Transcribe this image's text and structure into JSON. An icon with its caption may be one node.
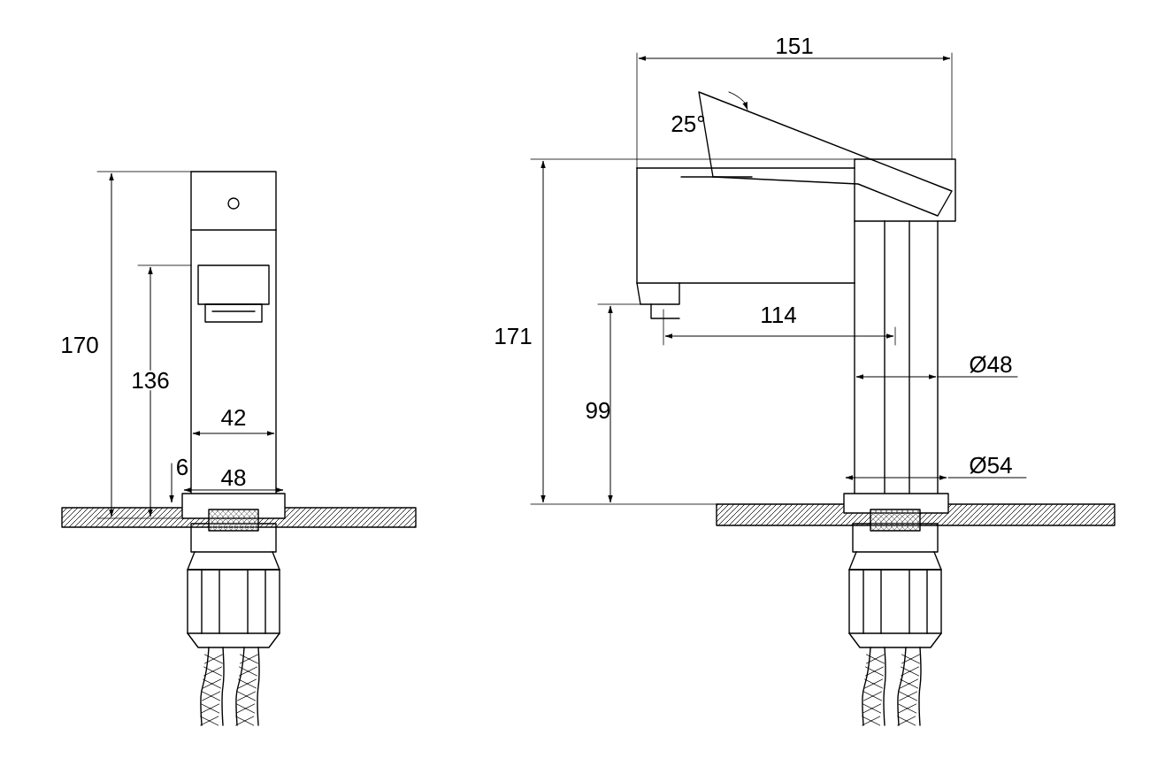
{
  "diagram": {
    "labels": [
      "151",
      "25°",
      "170",
      "171",
      "136",
      "114",
      "42",
      "Ø48",
      "99",
      "6",
      "48",
      "Ø54"
    ]
  }
}
